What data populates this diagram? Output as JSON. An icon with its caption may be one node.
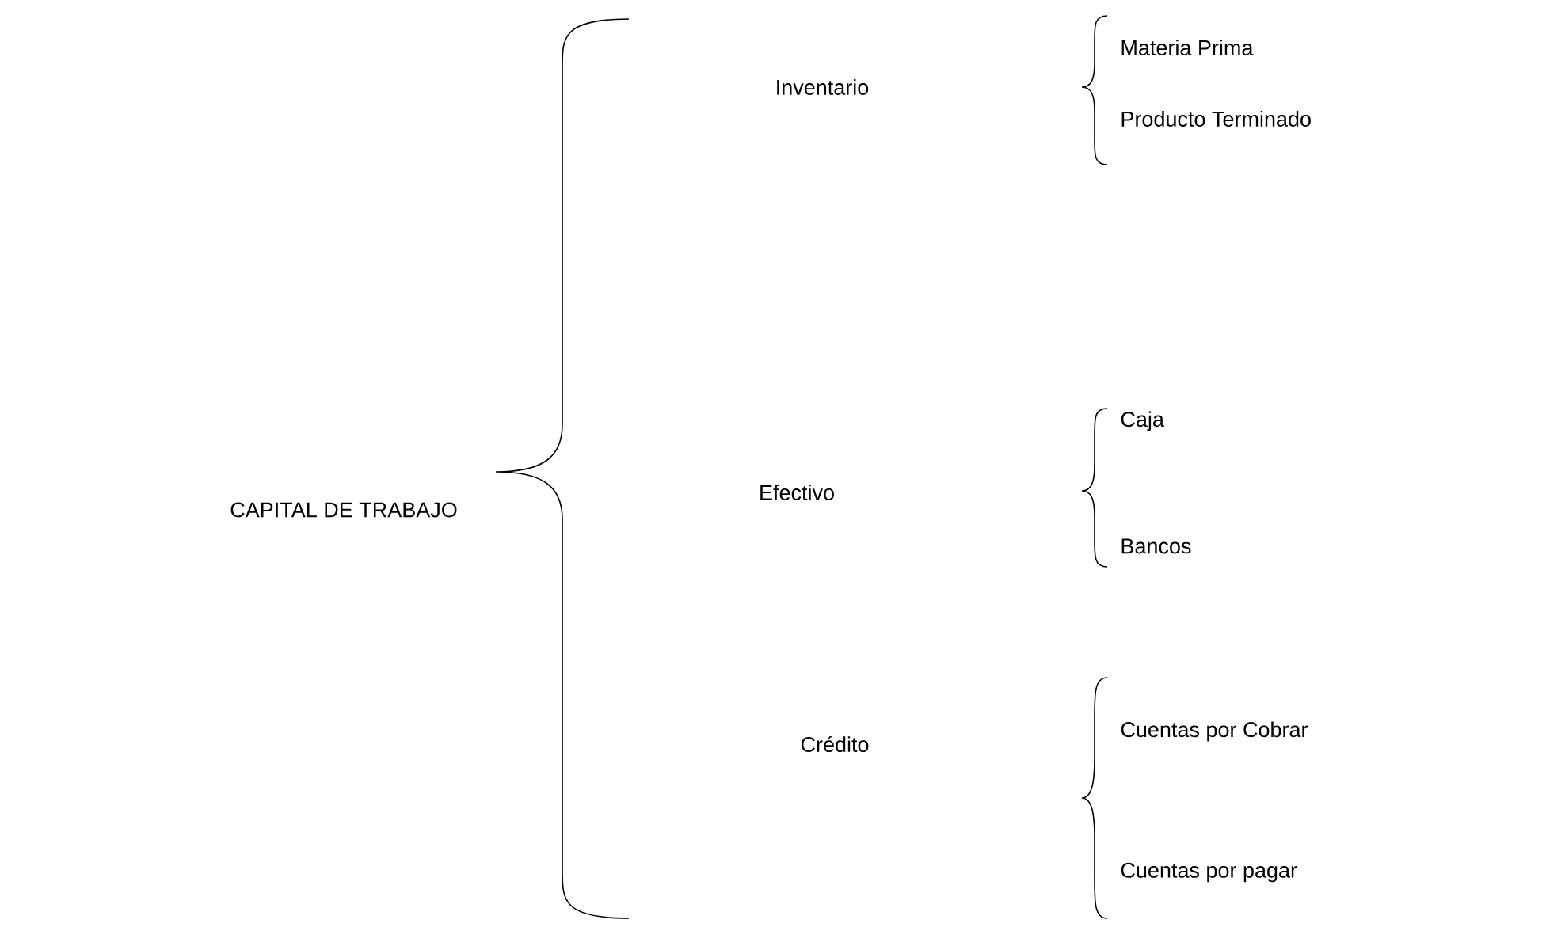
{
  "diagram": {
    "labels": [
      "CAPITAL DE TRABAJO",
      "Inventario",
      "Materia Prima",
      "Producto Terminado",
      "Efectivo",
      "Caja",
      "Bancos",
      "Crédito",
      "Cuentas por Cobrar",
      "Cuentas por pagar"
    ]
  }
}
